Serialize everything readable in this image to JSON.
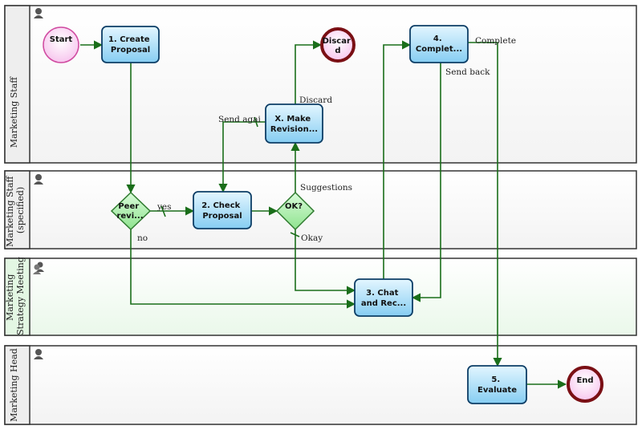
{
  "colors": {
    "flow": "#1a6e1a",
    "task_fill_top": "#e3f6ff",
    "task_fill_bottom": "#86cdf2",
    "task_stroke": "#0d3e66",
    "gateway_fill": "#a6f0a6",
    "gateway_stroke": "#2f7a2f",
    "start_fill": "#fbd8f6",
    "start_stroke": "#d04aa0",
    "end_fill": "#fbd8f6",
    "end_stroke": "#7a0f14",
    "lane_header": "#eeeeee",
    "lane_header_highlight": "#e3f7e3"
  },
  "lanes": [
    {
      "title": "Marketing Staff",
      "icon": "person-icon"
    },
    {
      "title": "Marketing Staff (specified)",
      "title_lines": [
        "Marketing Staff",
        "(specified)"
      ],
      "icon": "person-icon"
    },
    {
      "title": "Marketing Strategy Meeting",
      "title_lines": [
        "Marketing",
        "Strategy Meeting"
      ],
      "icon": "group-icon"
    },
    {
      "title": "Marketing Head",
      "icon": "person-icon"
    }
  ],
  "events": {
    "start": "Start",
    "discard_lines": [
      "Discar",
      "d"
    ],
    "end": "End"
  },
  "tasks": {
    "create": [
      "1. Create",
      "Proposal"
    ],
    "revisions": [
      "X. Make",
      "Revision..."
    ],
    "complete": [
      "4.",
      "Complet..."
    ],
    "check": [
      "2. Check",
      "Proposal"
    ],
    "chat": [
      "3. Chat",
      "and Rec..."
    ],
    "evaluate": [
      "5.",
      "Evaluate"
    ]
  },
  "gateways": {
    "peer": [
      "Peer",
      "revi..."
    ],
    "ok": [
      "OK?"
    ]
  },
  "flow_labels": {
    "discard": "Discard",
    "send_again": "Send agai",
    "complete": "Complete",
    "send_back": "Send back",
    "suggestions": "Suggestions",
    "yes": "yes",
    "no": "no",
    "okay": "Okay"
  }
}
